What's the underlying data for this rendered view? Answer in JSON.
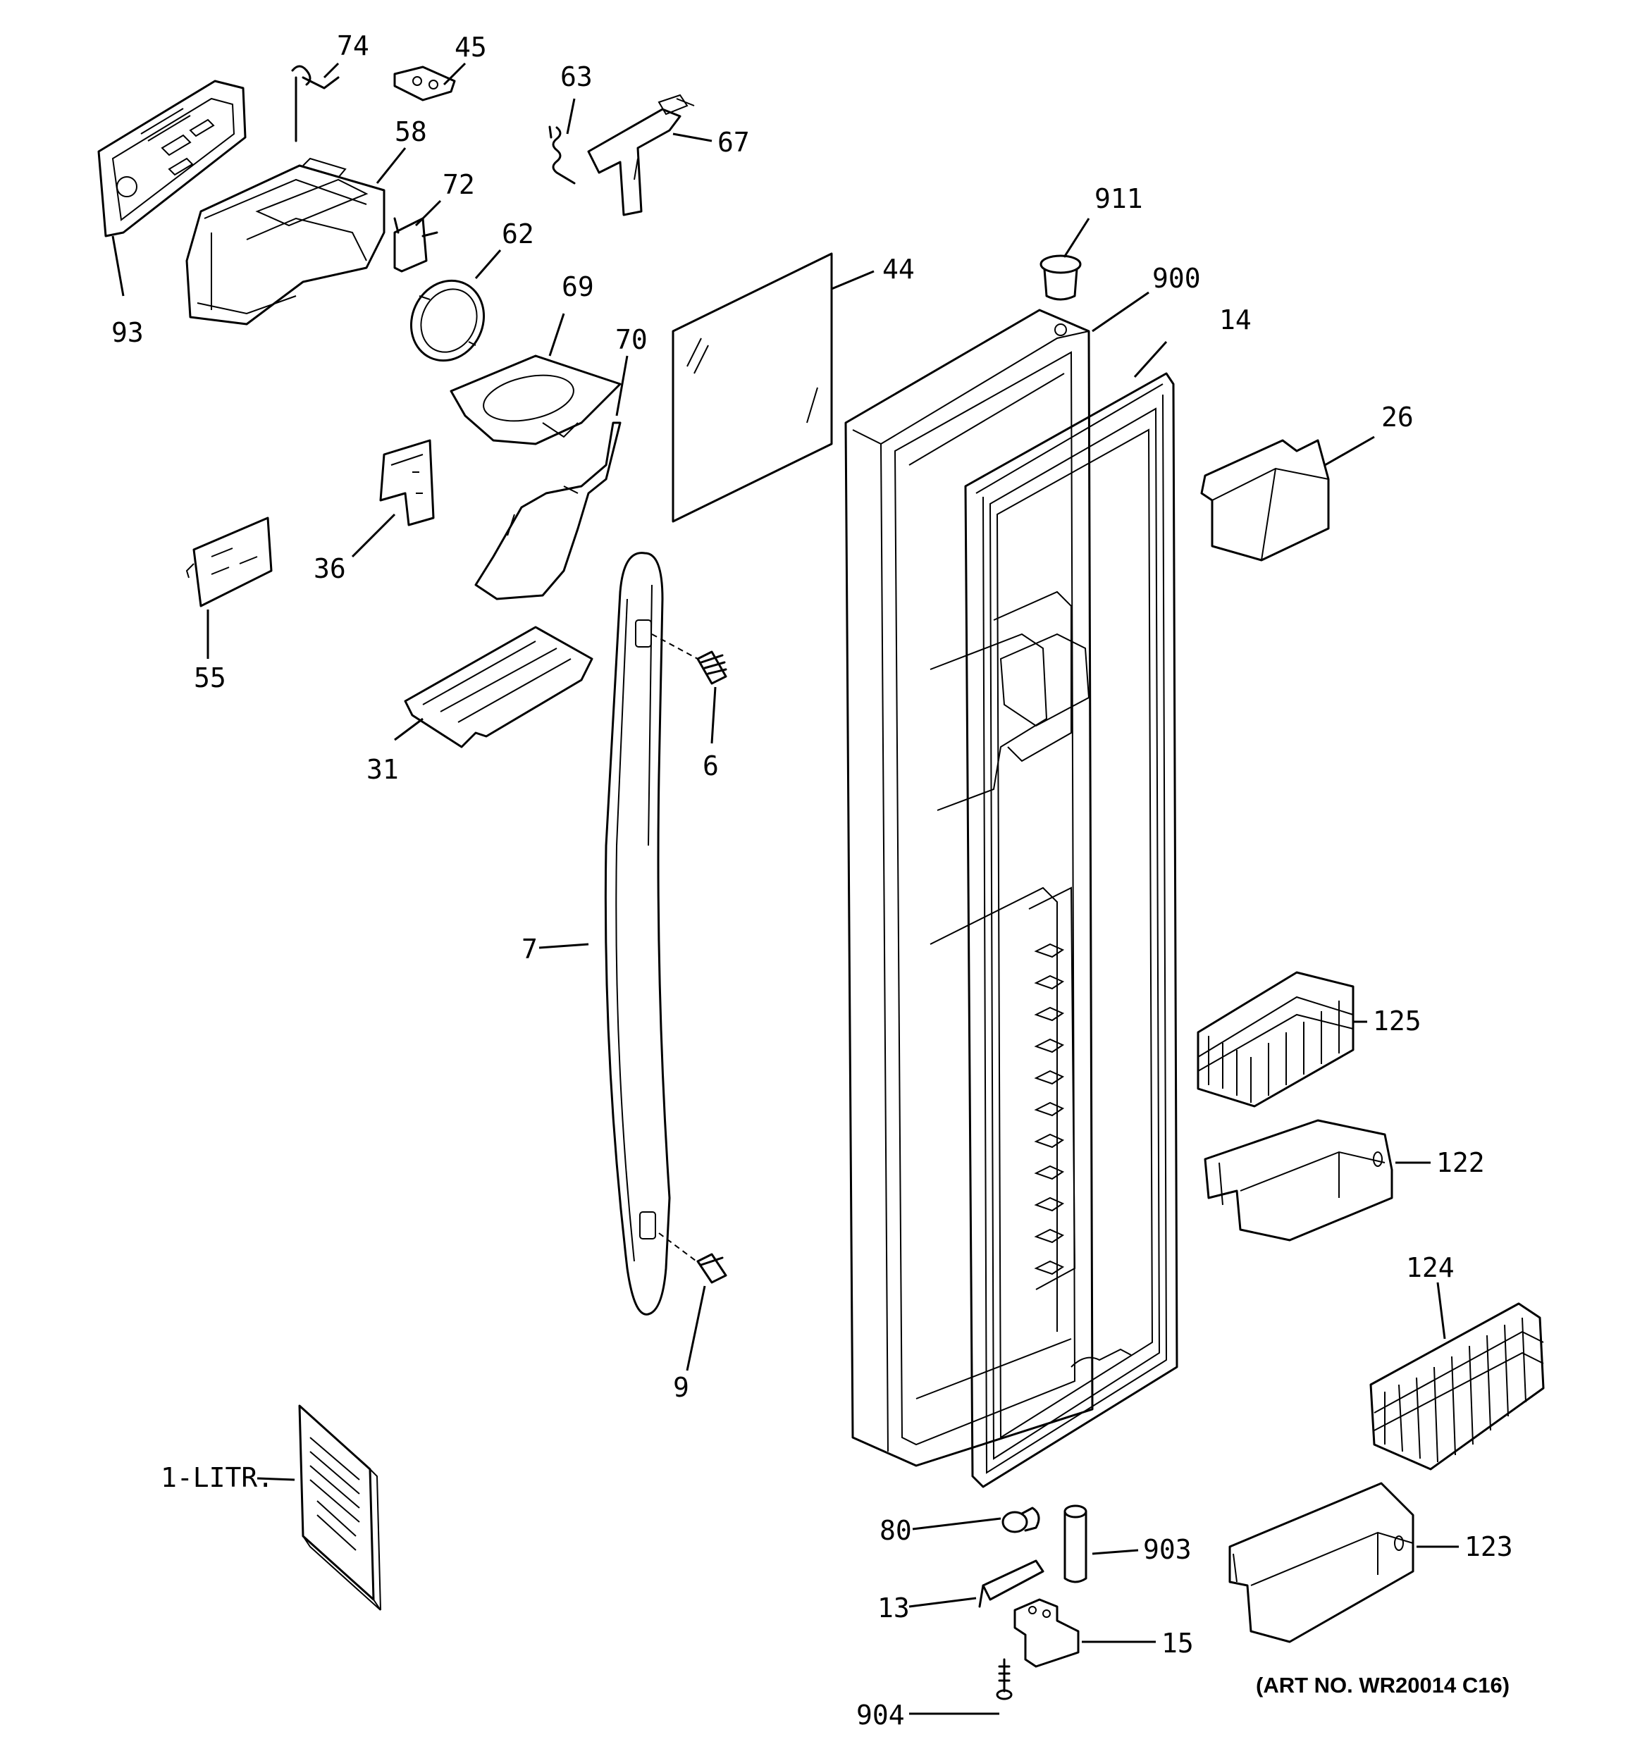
{
  "labels": {
    "p74": "74",
    "p45": "45",
    "p63": "63",
    "p67": "67",
    "p58": "58",
    "p72": "72",
    "p62": "62",
    "p93": "93",
    "p69": "69",
    "p70": "70",
    "p44": "44",
    "p911": "911",
    "p900": "900",
    "p14": "14",
    "p26": "26",
    "p36": "36",
    "p55": "55",
    "p31": "31",
    "p6": "6",
    "p7": "7",
    "p125": "125",
    "p122": "122",
    "p124": "124",
    "p9": "9",
    "p1litr": "1-LITR.",
    "p80": "80",
    "p903": "903",
    "p123": "123",
    "p13": "13",
    "p15": "15",
    "p904": "904"
  },
  "art_number": "(ART NO. WR20014 C16)"
}
